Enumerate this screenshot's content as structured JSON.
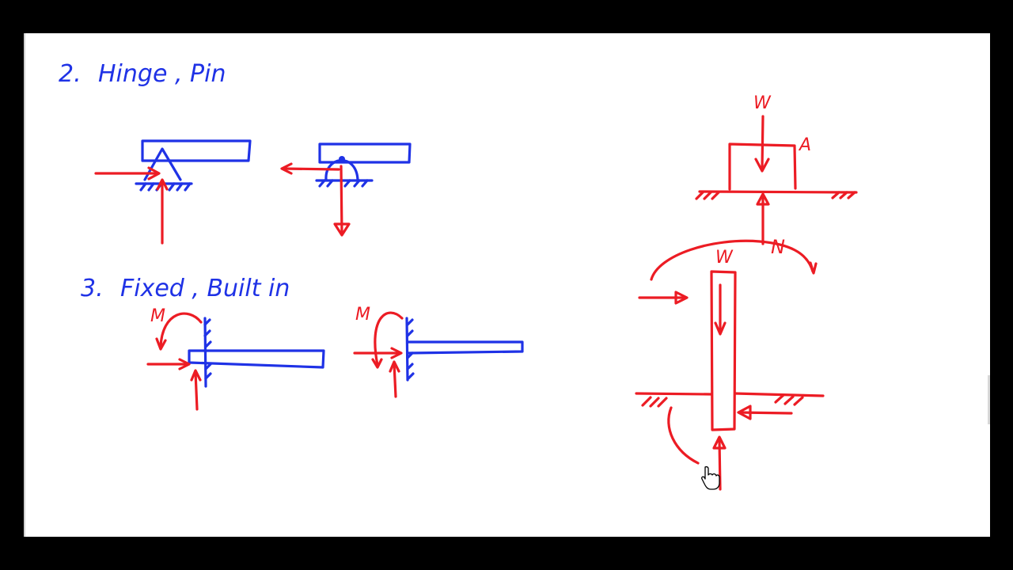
{
  "colors": {
    "blue": "#1f32e6",
    "red": "#ec1c24",
    "board": "#ffffff",
    "frame": "#000000"
  },
  "headings": {
    "hinge": {
      "number": "2.",
      "text": "Hinge , Pin"
    },
    "fixed": {
      "number": "3.",
      "text": "Fixed , Built in"
    }
  },
  "labels": {
    "moment_1": "M",
    "moment_2": "M",
    "weight_block": "W",
    "point_a": "A",
    "normal": "N",
    "weight_post": "W"
  },
  "icons": {
    "cursor": "hand-pointer-icon"
  }
}
